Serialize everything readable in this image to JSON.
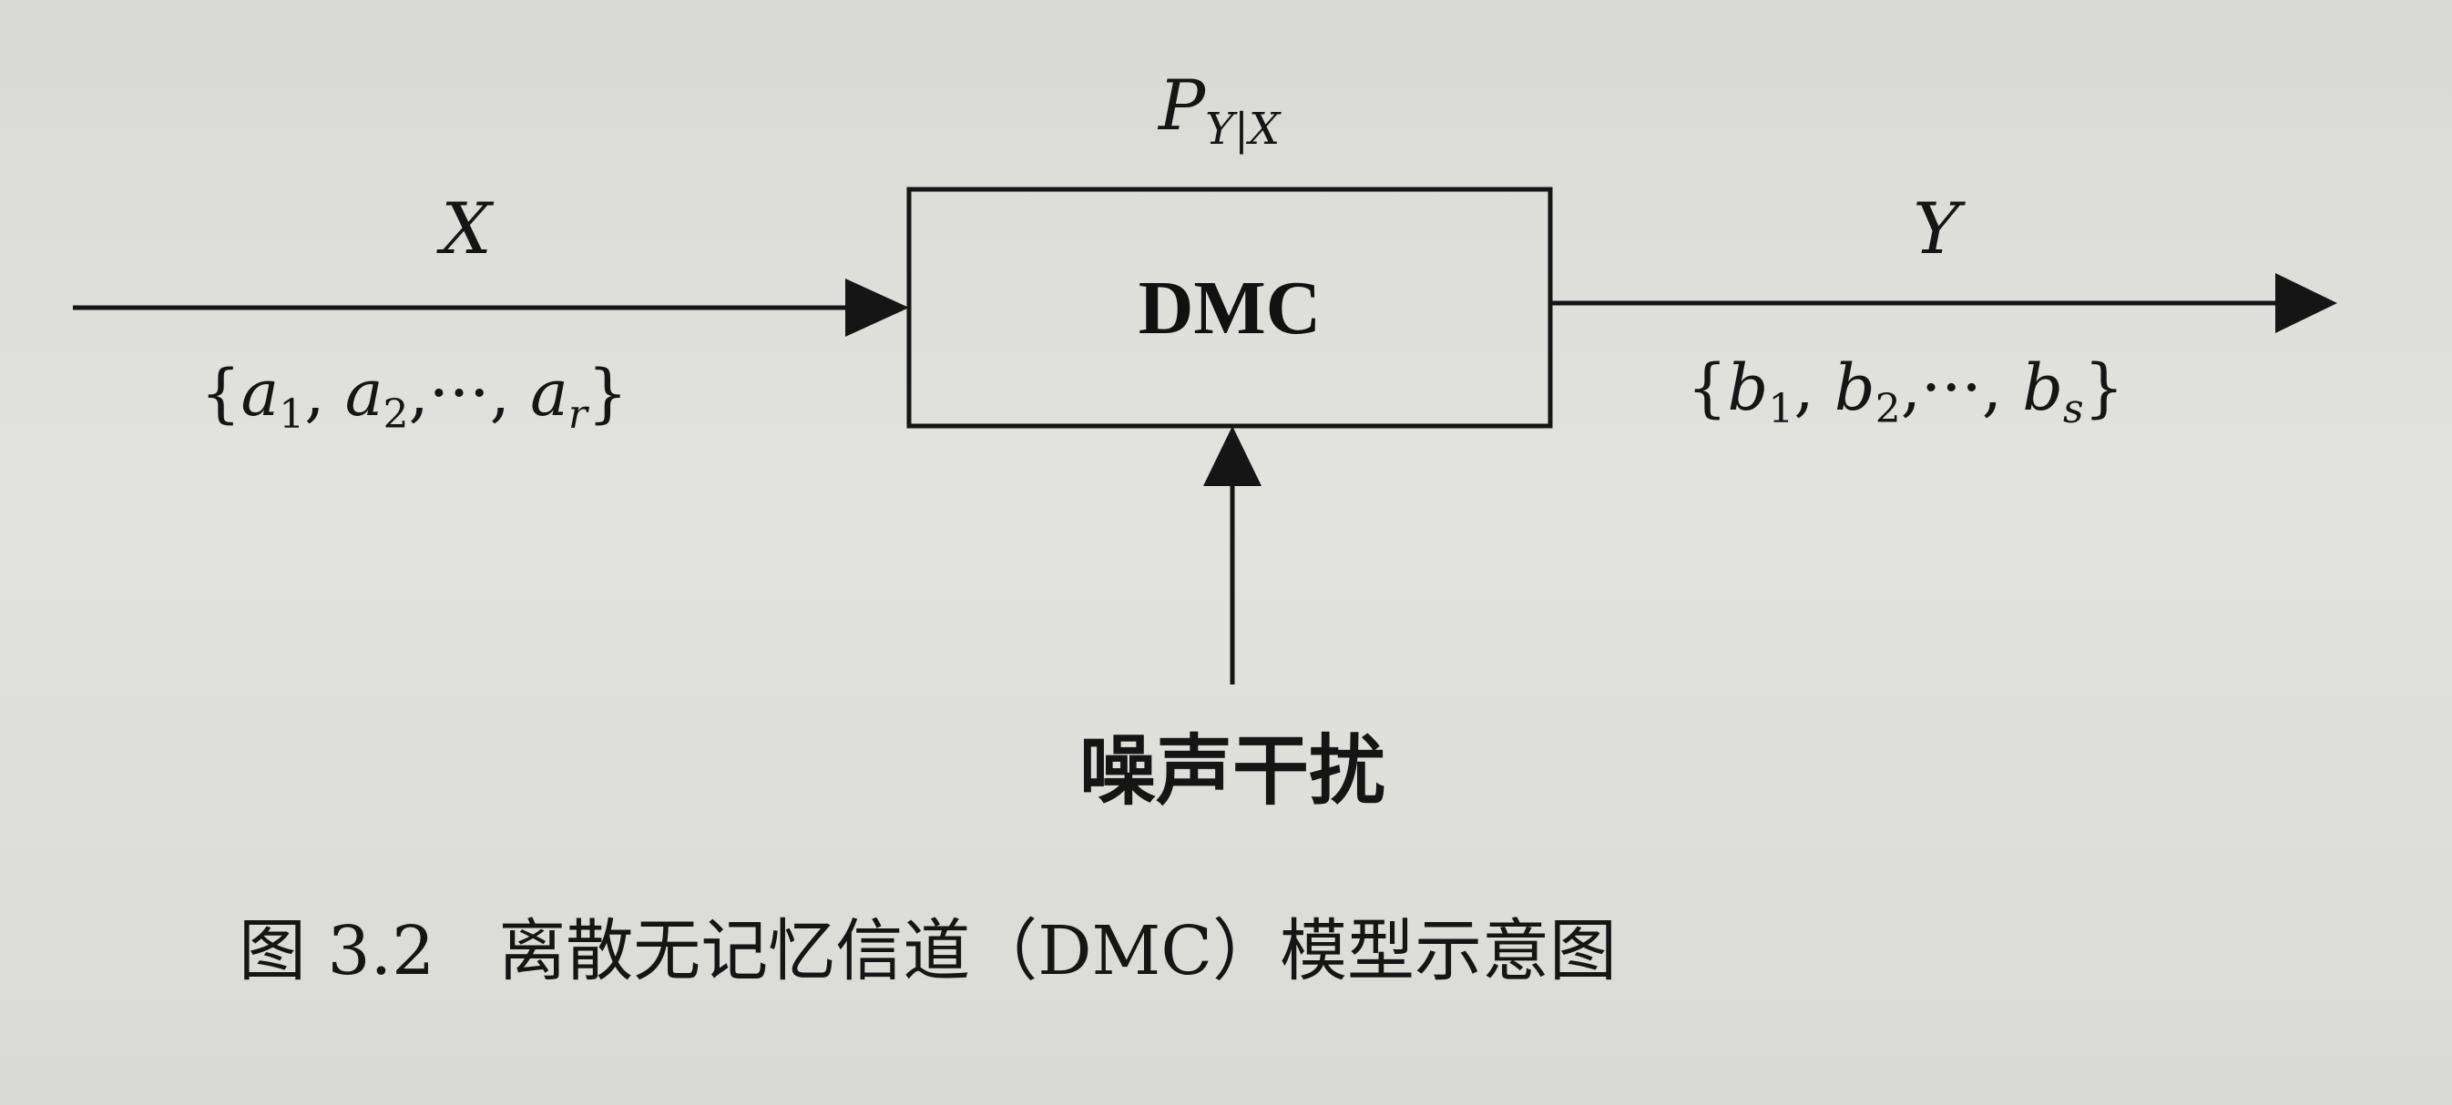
{
  "block": {
    "label": "DMC"
  },
  "transition_prob": {
    "base": "P",
    "sub": "Y|X"
  },
  "input": {
    "variable": "X",
    "alphabet": {
      "open": "{",
      "close": "}",
      "first": "a",
      "first_sub": "1",
      "second": "a",
      "second_sub": "2",
      "ellipsis": "···",
      "last": "a",
      "last_sub": "r"
    }
  },
  "output": {
    "variable": "Y",
    "alphabet": {
      "open": "{",
      "close": "}",
      "first": "b",
      "first_sub": "1",
      "second": "b",
      "second_sub": "2",
      "ellipsis": "···",
      "last": "b",
      "last_sub": "s"
    }
  },
  "noise": {
    "label": "噪声干扰"
  },
  "caption": {
    "number": "图 3.2",
    "title": "离散无记忆信道（DMC）模型示意图"
  },
  "colors": {
    "ink": "#151515",
    "paper": "#dcdcda"
  }
}
